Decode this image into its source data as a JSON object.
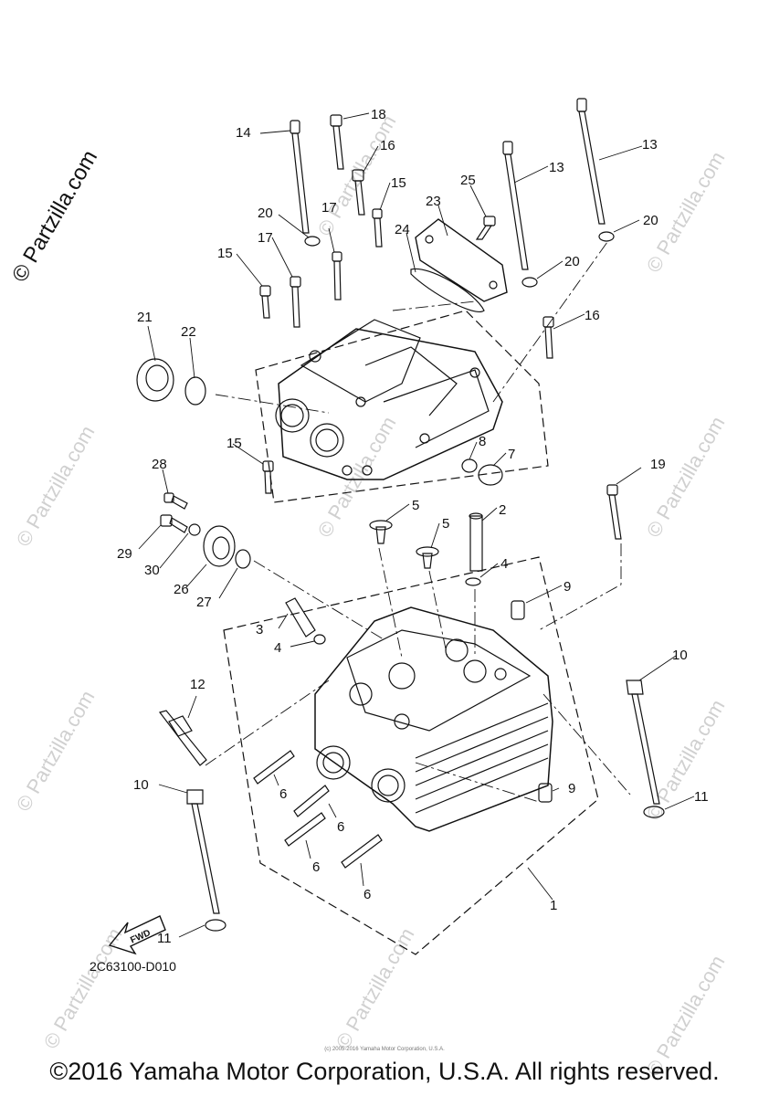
{
  "brand_watermark": "© Partzilla.com",
  "repeat_watermark": "© Partzilla.com",
  "diagram_code": "2C63100-D010",
  "fwd_label": "FWD",
  "fine_print": "(c) 2005-2016 Yamaha Motor Corporation, U.S.A.",
  "copyright": "©2016 Yamaha Motor Corporation, U.S.A. All rights reserved.",
  "callouts": [
    "1",
    "2",
    "3",
    "4",
    "4",
    "5",
    "5",
    "6",
    "6",
    "6",
    "6",
    "7",
    "8",
    "9",
    "9",
    "10",
    "10",
    "11",
    "11",
    "12",
    "13",
    "13",
    "14",
    "15",
    "15",
    "15",
    "16",
    "16",
    "17",
    "17",
    "18",
    "19",
    "20",
    "20",
    "20",
    "21",
    "22",
    "23",
    "24",
    "25",
    "26",
    "27",
    "28",
    "29",
    "30"
  ],
  "colors": {
    "line": "#111111",
    "watermark": "#d0d0d0"
  }
}
